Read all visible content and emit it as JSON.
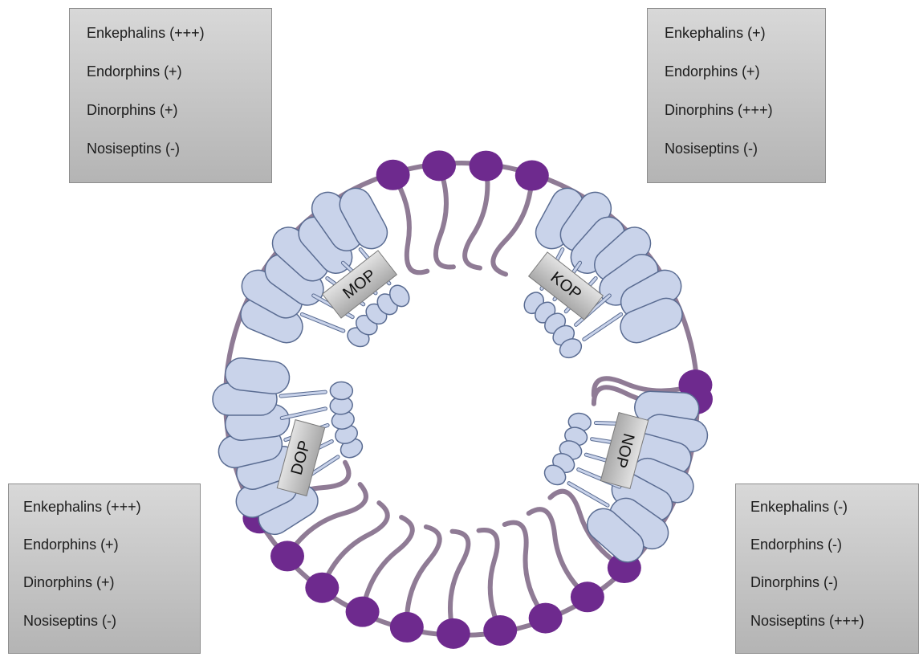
{
  "receptor_labels": {
    "mop": "MOP",
    "kop": "KOP",
    "dop": "DOP",
    "nop": "NOP"
  },
  "boxes": {
    "mop": [
      "Enkephalins (+++)",
      "Endorphins (+)",
      "Dinorphins (+)",
      "Nosiseptins  (-)"
    ],
    "kop": [
      "Enkephalins (+)",
      "Endorphins (+)",
      "Dinorphins (+++)",
      "Nosiseptins  (-)"
    ],
    "dop": [
      "Enkephalins (+++)",
      "Endorphins (+)",
      "Dinorphins (+)",
      "Nosiseptins  (-)"
    ],
    "nop": [
      "Enkephalins (-)",
      "Endorphins (-)",
      "Dinorphins (-)",
      "Nosiseptins  (+++)"
    ]
  },
  "colors": {
    "lipid_head": "#6e2a8e",
    "lipid_tail": "#8f7b95",
    "receptor_fill": "#c9d3ea",
    "receptor_stroke": "#5a6c92",
    "label_box": "#bdbdbd"
  }
}
